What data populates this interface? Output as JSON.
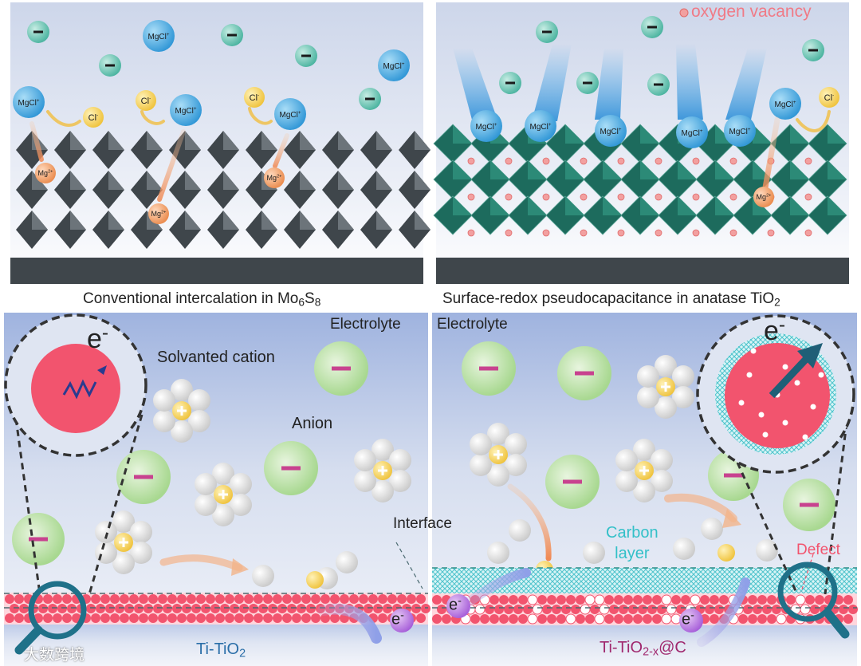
{
  "panels": {
    "top_left": {
      "caption_pre": "Conventional intercalation in Mo",
      "caption_sub1": "6",
      "caption_mid": "S",
      "caption_sub2": "8"
    },
    "top_right": {
      "caption_pre": "Surface-redox pseudocapacitance in anatase TiO",
      "caption_sub": "2",
      "legend_oxygen_vacancy": "oxygen vacancy"
    },
    "bottom_left": {
      "electrolyte": "Electrolyte",
      "solvated_cation": "Solvanted cation",
      "anion": "Anion",
      "interface": "Interface",
      "electrode_pre": "Ti-TiO",
      "electrode_sub": "2",
      "electron": "e",
      "electron_sup": "-"
    },
    "bottom_right": {
      "electrolyte": "Electrolyte",
      "carbon_layer_line1": "Carbon",
      "carbon_layer_line2": "layer",
      "defect": "Defect",
      "electrode_pre": "Ti-TiO",
      "electrode_sub": "2-x",
      "electrode_post": "@C",
      "electron": "e",
      "electron_sup": "-"
    }
  },
  "ions": {
    "mgcl_base": "MgCl",
    "mgcl_sup": "+",
    "cl_base": "Cl",
    "cl_sup": "-",
    "mg_base": "Mg",
    "mg_sup": "2+",
    "anion_symbol": "−",
    "cation_symbol": "+"
  },
  "watermark": "大数跨境",
  "colors": {
    "lattice_dark": "#3f464b",
    "tio2_green": "#1d6b5d",
    "vacancy_pink": "#f2a0a0",
    "ti_red": "#f2546e",
    "carbon_cyan": "#33c0c8",
    "mgcl_blue": "#3aa6dc",
    "anion_teal": "#5ec2b0",
    "chloride_yellow": "#f4cf55",
    "mg_orange": "#f0a26c",
    "anion_green": "#b9e0a2",
    "electron_purple": "#a55cd8",
    "magnifier_teal": "#1f7189"
  },
  "icons": [
    "magnifier-icon",
    "wavy-electron-icon",
    "electron-arrow-icon"
  ]
}
